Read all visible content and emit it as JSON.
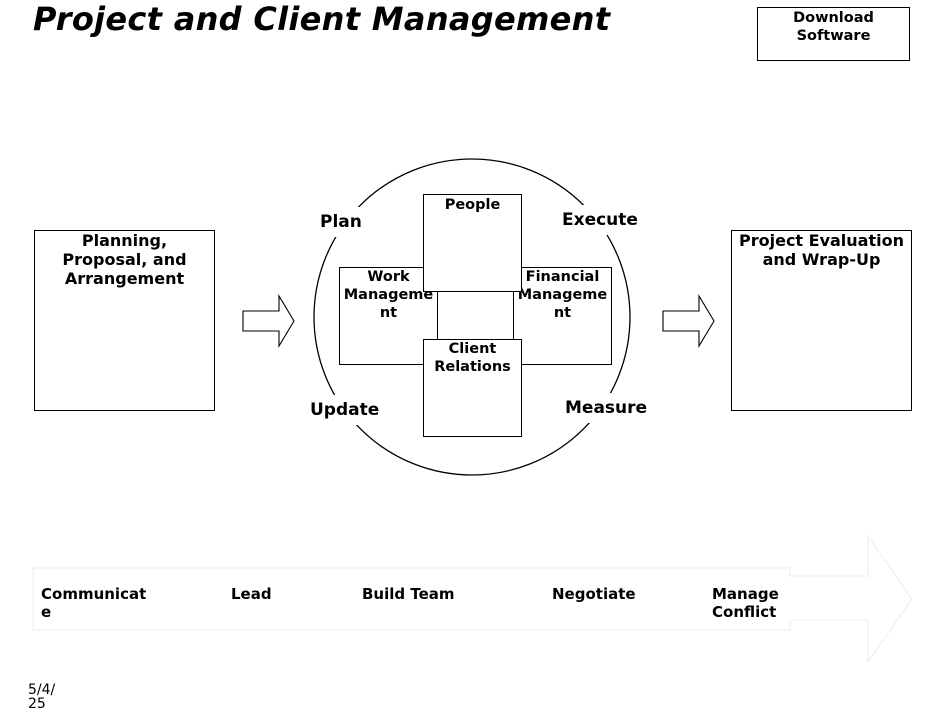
{
  "header": {
    "title": "Project and Client Management",
    "download_label_line1": "Download",
    "download_label_line2": "Software"
  },
  "phases": {
    "left_line1": "Planning,",
    "left_line2": "Proposal, and",
    "left_line3": "Arrangement",
    "right_line1": "Project Evaluation",
    "right_line2": "and Wrap-Up"
  },
  "cycle": {
    "plan": "Plan",
    "execute": "Execute",
    "update": "Update",
    "measure": "Measure"
  },
  "cross": {
    "people": "People",
    "work_line1": "Work",
    "work_line2": "Manageme",
    "work_line3": "nt",
    "financial_line1": "Financial",
    "financial_line2": "Manageme",
    "financial_line3": "nt",
    "client_line1": "Client",
    "client_line2": "Relations"
  },
  "skills": {
    "communicate_line1": "Communicat",
    "communicate_line2": "e",
    "lead": "Lead",
    "build_team": "Build Team",
    "negotiate": "Negotiate",
    "manage_line1": "Manage",
    "manage_line2": "Conflict"
  },
  "footer": {
    "date_line1": "5/4/",
    "date_line2": "25"
  }
}
